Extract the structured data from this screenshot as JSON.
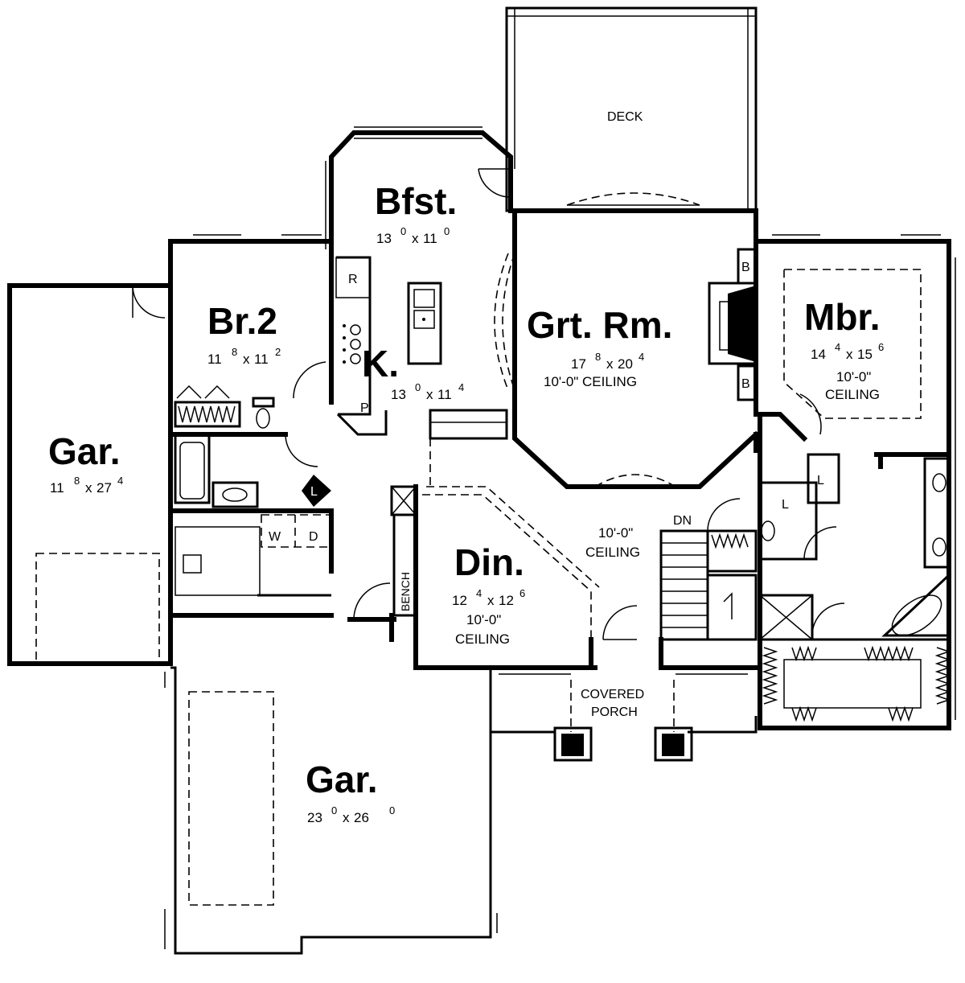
{
  "rooms": {
    "deck": {
      "name": "DECK"
    },
    "bfst": {
      "name": "Bfst.",
      "w": "13",
      "w_sup": "0",
      "h": "11",
      "h_sup": "0"
    },
    "br2": {
      "name": "Br.2",
      "w": "11",
      "w_sup": "8",
      "h": "11",
      "h_sup": "2"
    },
    "kitchen": {
      "name": "K.",
      "w": "13",
      "w_sup": "0",
      "h": "11",
      "h_sup": "4"
    },
    "grt": {
      "name": "Grt. Rm.",
      "w": "17",
      "w_sup": "8",
      "h": "20",
      "h_sup": "4",
      "ceiling": "10'-0\" CEILING"
    },
    "mbr": {
      "name": "Mbr.",
      "w": "14",
      "w_sup": "4",
      "h": "15",
      "h_sup": "6",
      "ceiling_1": "10'-0\"",
      "ceiling_2": "CEILING"
    },
    "gar_small": {
      "name": "Gar.",
      "w": "11",
      "w_sup": "8",
      "h": "27",
      "h_sup": "4"
    },
    "gar_large": {
      "name": "Gar.",
      "w": "23",
      "w_sup": "0",
      "h": "26",
      "h_sup": "0"
    },
    "din": {
      "name": "Din.",
      "w": "12",
      "w_sup": "4",
      "h": "12",
      "h_sup": "6",
      "ceiling_1": "10'-0\"",
      "ceiling_2": "CEILING"
    },
    "foyer": {
      "ceiling_1": "10'-0\"",
      "ceiling_2": "CEILING"
    },
    "porch": {
      "line_1": "COVERED",
      "line_2": "PORCH"
    }
  },
  "labels": {
    "dn": "DN",
    "bench": "BENCH",
    "fridge": "R",
    "pantry": "P",
    "washer": "W",
    "dryer": "D",
    "linen": "L",
    "bookcase": "B"
  }
}
